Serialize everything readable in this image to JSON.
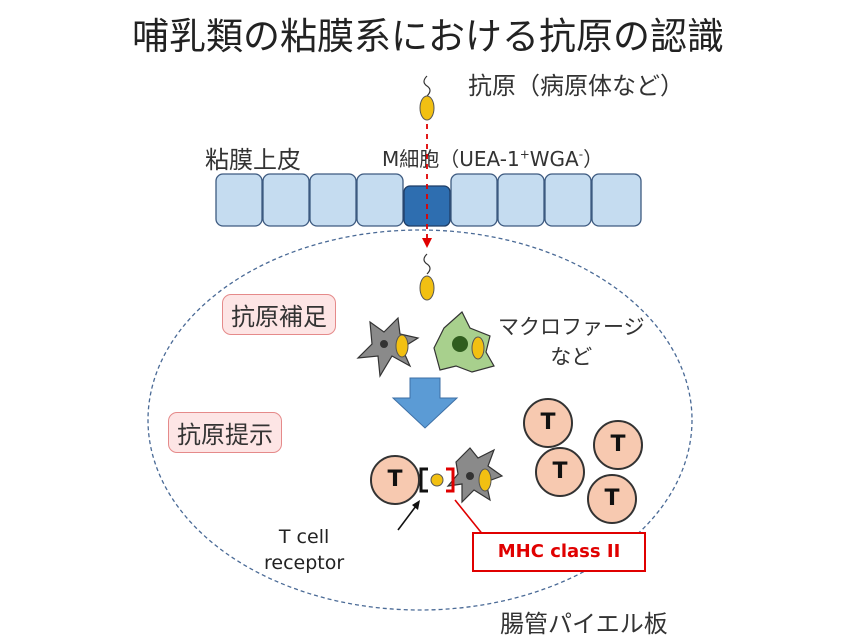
{
  "title": "哺乳類の粘膜系における抗原の認識",
  "labels": {
    "antigen": "抗原（病原体など）",
    "epithelium": "粘膜上皮",
    "m_cell_prefix": "M細胞（UEA-1",
    "m_cell_sup1": "+",
    "m_cell_mid": "WGA",
    "m_cell_sup2": "-",
    "m_cell_suffix": "）",
    "antigen_capture": "抗原補足",
    "antigen_presentation": "抗原提示",
    "macrophage_line1": "マクロファージ",
    "macrophage_line2": "など",
    "tcr_line1": "T cell",
    "tcr_line2": "receptor",
    "mhc": "MHC class II",
    "peyer_patch": "腸管パイエル板",
    "t_cell": "T"
  },
  "colors": {
    "epithelial_cell": "#c5dcf0",
    "m_cell": "#2e6eb0",
    "antigen": "#f2c012",
    "arrow_red": "#e00000",
    "down_arrow": "#5b9bd5",
    "t_cell": "#f7c9b0",
    "macrophage": "#a8d08d",
    "dendritic": "#8a8a8a"
  }
}
